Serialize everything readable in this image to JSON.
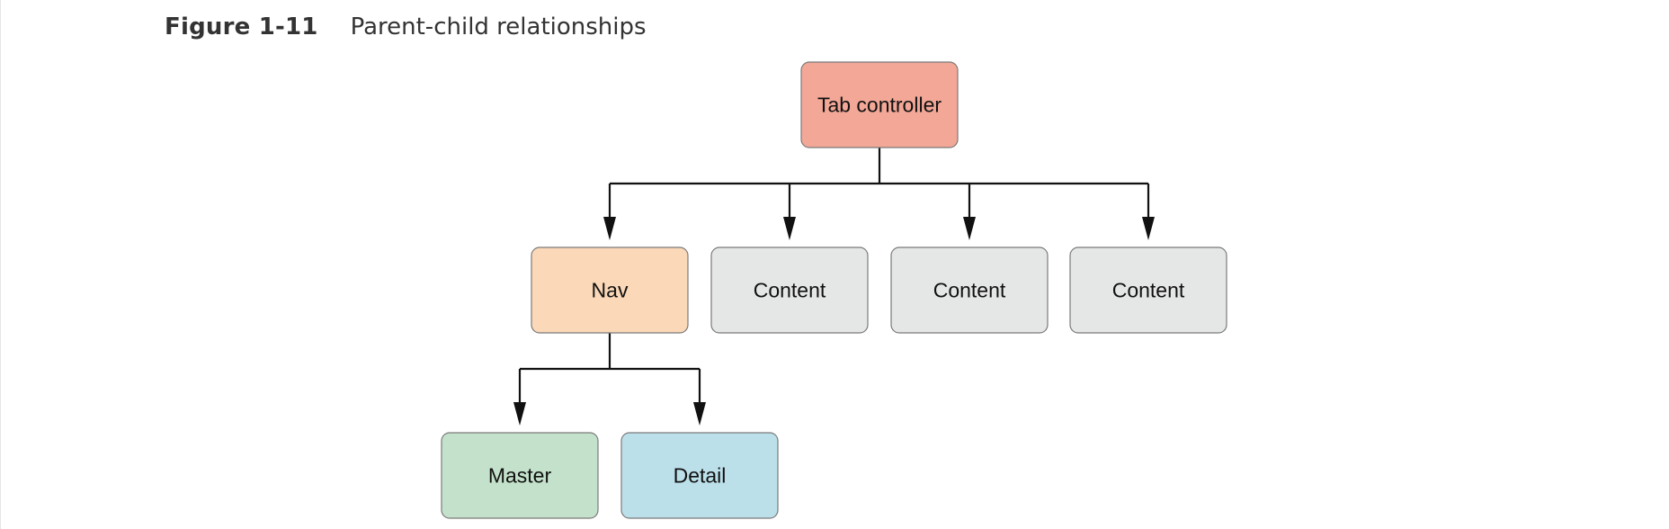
{
  "figure": {
    "number": "Figure 1-11",
    "title": "Parent-child relationships"
  },
  "colors": {
    "tab_controller": "#f2a797",
    "nav": "#fad8b8",
    "content": "#e5e7e6",
    "master": "#c4e2cb",
    "detail": "#bce0ea",
    "border": "#7a7a7a",
    "line": "#111111"
  },
  "diagram": {
    "nodes": [
      {
        "id": "tab-controller",
        "label": "Tab controller",
        "color_key": "tab_controller"
      },
      {
        "id": "nav",
        "label": "Nav",
        "color_key": "nav"
      },
      {
        "id": "content-1",
        "label": "Content",
        "color_key": "content"
      },
      {
        "id": "content-2",
        "label": "Content",
        "color_key": "content"
      },
      {
        "id": "content-3",
        "label": "Content",
        "color_key": "content"
      },
      {
        "id": "master",
        "label": "Master",
        "color_key": "master"
      },
      {
        "id": "detail",
        "label": "Detail",
        "color_key": "detail"
      }
    ],
    "edges": [
      {
        "from": "tab-controller",
        "to": "nav"
      },
      {
        "from": "tab-controller",
        "to": "content-1"
      },
      {
        "from": "tab-controller",
        "to": "content-2"
      },
      {
        "from": "tab-controller",
        "to": "content-3"
      },
      {
        "from": "nav",
        "to": "master"
      },
      {
        "from": "nav",
        "to": "detail"
      }
    ]
  }
}
